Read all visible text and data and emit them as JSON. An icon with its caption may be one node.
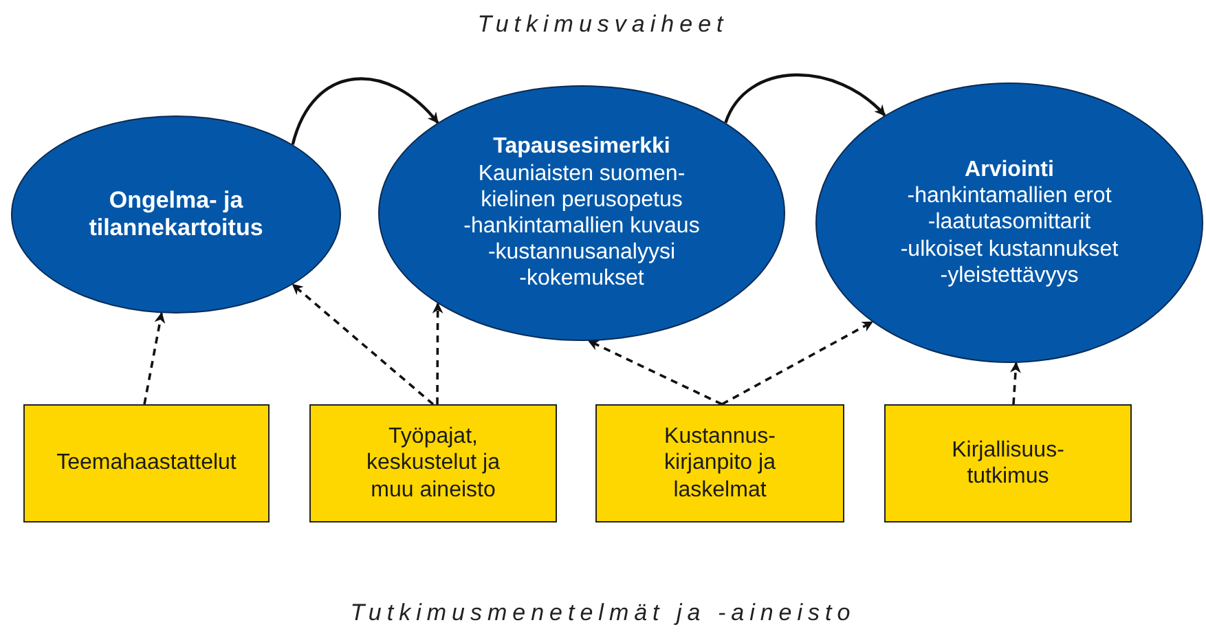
{
  "diagram": {
    "nodes": [
      {
        "text": [
          "Ongelma- ja tilannekartoitus"
        ]
      },
      {
        "text": [
          "Tapausesimerkki",
          "Kauniaisten suomen- kielinen perusopetus",
          "-hankintamallien kuvaus",
          "-kustannusanalyysi",
          "-kokemukset"
        ]
      },
      {
        "text": [
          "Arviointi",
          "-hankintamallien erot",
          "-laatutasomittarit",
          "-ulkoiset kustannukset",
          "-yleistettävyys"
        ]
      },
      {
        "text": [
          "Teemahaastattelut"
        ]
      },
      {
        "text": [
          "Työpajat, keskustelut ja muu aineisto"
        ]
      },
      {
        "text": [
          "Kustannus- kirjanpito ja laskelmat"
        ]
      },
      {
        "text": [
          "Kirjallisuus- tutkimus"
        ]
      }
    ],
    "edges": [
      {
        "from": 0,
        "to": 1,
        "arrow": "to"
      },
      {
        "from": 1,
        "to": 2,
        "arrow": "to"
      },
      {
        "from": 3,
        "to": 0,
        "arrow": "to",
        "style": "dashed"
      },
      {
        "from": 4,
        "to": 0,
        "arrow": "to",
        "style": "dashed"
      },
      {
        "from": 4,
        "to": 1,
        "arrow": "to",
        "style": "dashed"
      },
      {
        "from": 5,
        "to": 1,
        "arrow": "to",
        "style": "dashed"
      },
      {
        "from": 5,
        "to": 2,
        "arrow": "to",
        "style": "dashed"
      },
      {
        "from": 6,
        "to": 2,
        "arrow": "to",
        "style": "dashed"
      }
    ],
    "labels": [
      "Tutkimusvaiheet",
      "Tutkimusmenetelmät ja -aineisto"
    ]
  }
}
